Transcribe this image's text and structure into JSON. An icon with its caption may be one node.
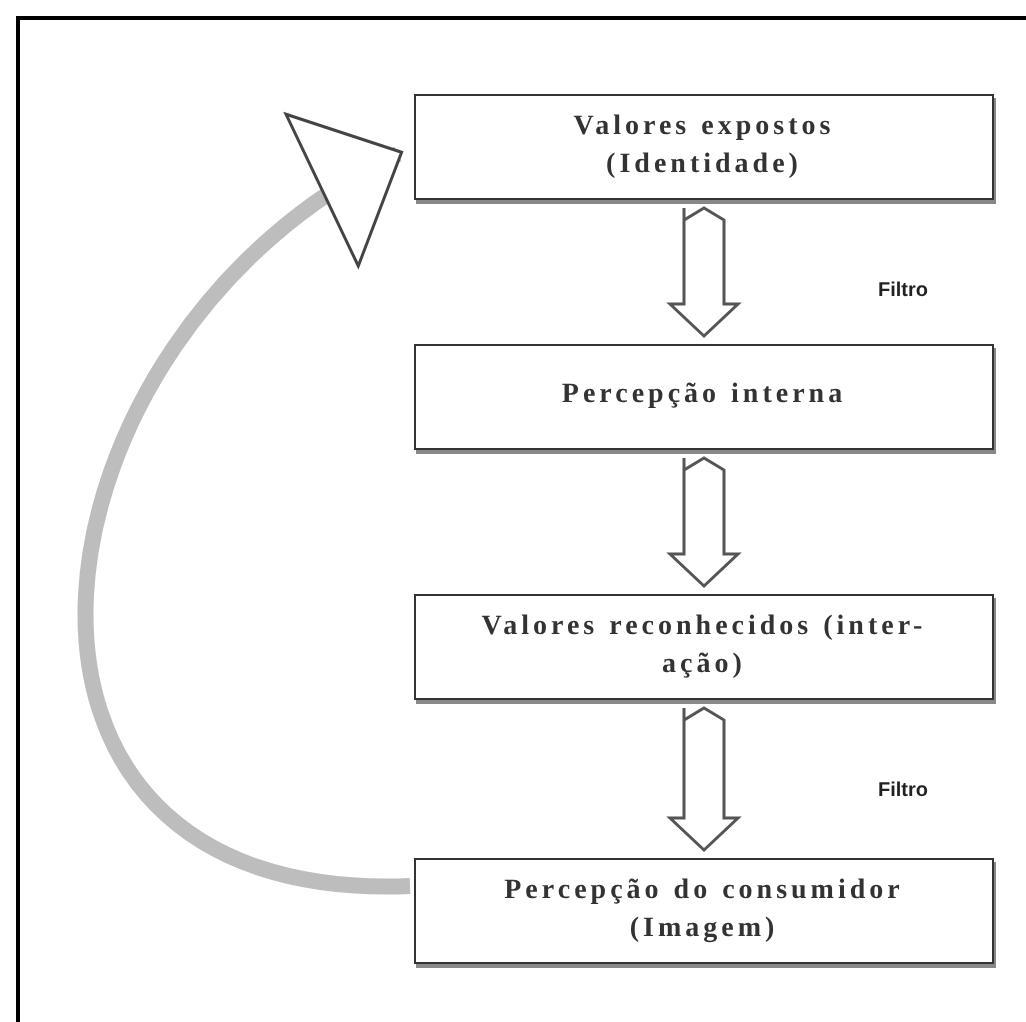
{
  "diagram": {
    "nodes": [
      {
        "text": [
          "Valores expostos (Identidade)"
        ]
      },
      {
        "text": [
          "Percepção interna"
        ]
      },
      {
        "text": [
          "Valores reconhecidos (inter-ação)"
        ]
      },
      {
        "text": [
          "Percepção do consumidor (Imagem)"
        ]
      }
    ],
    "edges": [
      {
        "from": 0,
        "to": 1,
        "arrow": "to"
      },
      {
        "from": 1,
        "to": 2,
        "arrow": "to"
      },
      {
        "from": 2,
        "to": 3,
        "arrow": "to"
      },
      {
        "from": 3,
        "to": 0,
        "arrow": "to"
      }
    ],
    "labels": [
      "Filtro",
      "Filtro"
    ]
  }
}
